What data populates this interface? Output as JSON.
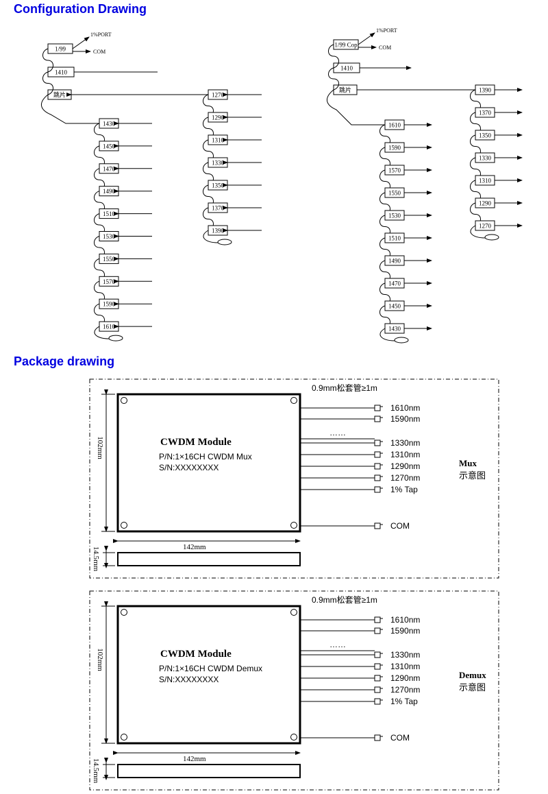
{
  "headings": {
    "configuration": "Configuration Drawing",
    "package": "Package drawing"
  },
  "config": {
    "left": {
      "tap_label": "1/99",
      "tap_outputs": [
        "1%PORT",
        "COM"
      ],
      "first_filter": "1410",
      "jumper_label": "跳片",
      "chain_a": [
        "1430",
        "1450",
        "1470",
        "1490",
        "1510",
        "1530",
        "1550",
        "1570",
        "1590",
        "1610"
      ],
      "chain_b": [
        "1270",
        "1290",
        "1310",
        "1330",
        "1350",
        "1370",
        "1390"
      ]
    },
    "right": {
      "tap_label": "1/99 Cop",
      "tap_outputs": [
        "1%PORT",
        "COM"
      ],
      "first_filter": "1410",
      "jumper_label": "跳片",
      "chain_a": [
        "1610",
        "1590",
        "1570",
        "1550",
        "1530",
        "1510",
        "1490",
        "1470",
        "1450",
        "1430"
      ],
      "chain_b": [
        "1390",
        "1370",
        "1350",
        "1330",
        "1310",
        "1290",
        "1270"
      ]
    }
  },
  "packages": [
    {
      "title": "CWDM Module",
      "pn": "P/N:1×16CH CWDM Mux",
      "sn": "S/N:XXXXXXXX",
      "fiber_note": "0.9mm松套管≥1m",
      "ports_top": [
        "1610nm",
        "1590nm"
      ],
      "ellipsis": "……",
      "ports_bottom": [
        "1330nm",
        "1310nm",
        "1290nm",
        "1270nm",
        "1% Tap"
      ],
      "com_label": "COM",
      "height_dim": "102mm",
      "width_dim": "142mm",
      "thickness_dim": "14.5mm",
      "side_label": [
        "Mux",
        "示意图"
      ]
    },
    {
      "title": "CWDM Module",
      "pn": "P/N:1×16CH CWDM Demux",
      "sn": "S/N:XXXXXXXX",
      "fiber_note": "0.9mm松套管≥1m",
      "ports_top": [
        "1610nm",
        "1590nm"
      ],
      "ellipsis": "……",
      "ports_bottom": [
        "1330nm",
        "1310nm",
        "1290nm",
        "1270nm",
        "1% Tap"
      ],
      "com_label": "COM",
      "height_dim": "102mm",
      "width_dim": "142mm",
      "thickness_dim": "14.5mm",
      "side_label": [
        "Demux",
        "示意图"
      ]
    }
  ]
}
